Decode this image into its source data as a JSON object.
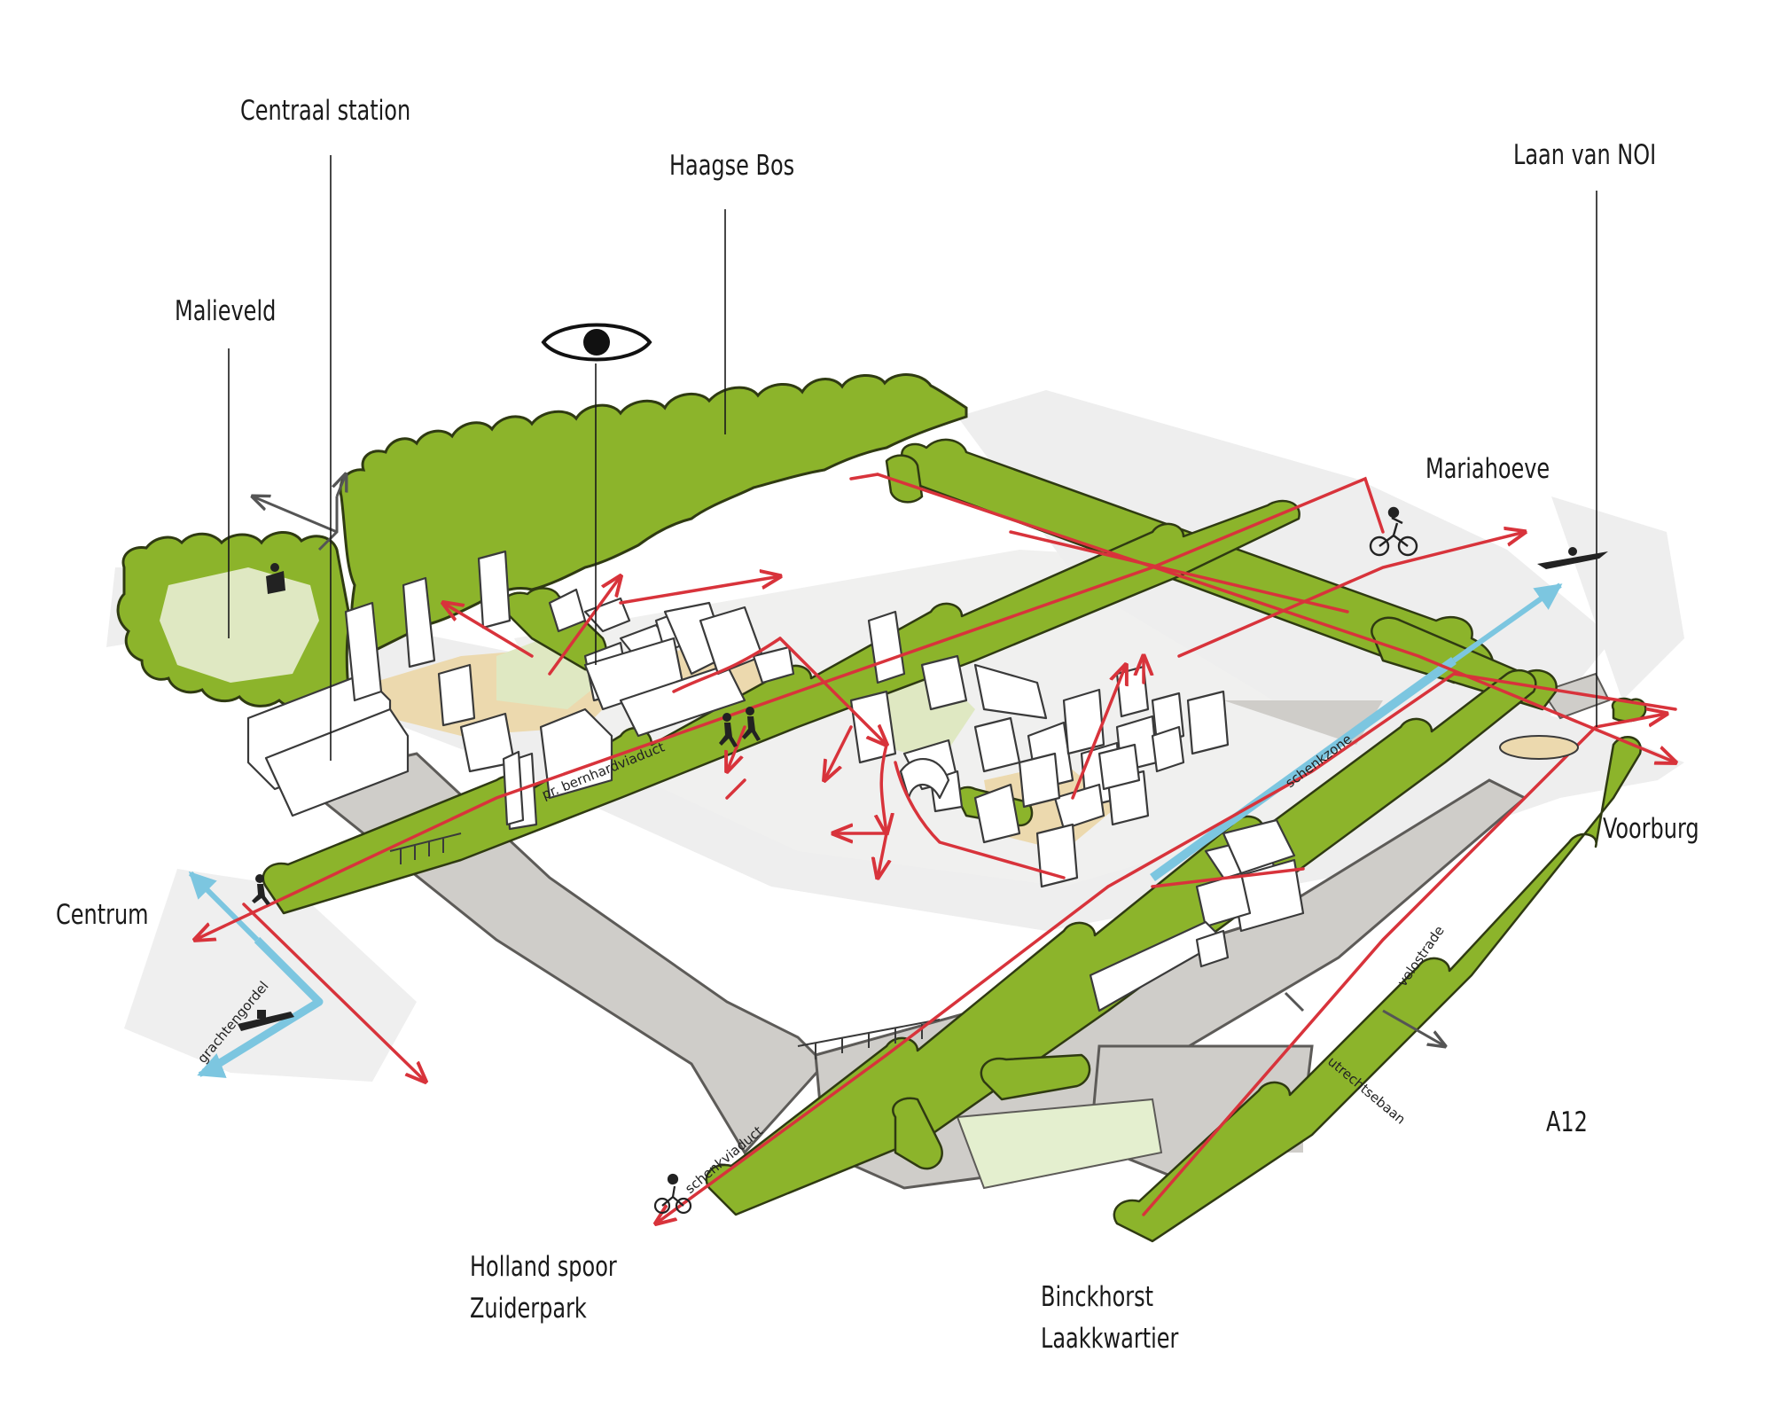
{
  "labels": {
    "centraal_station": "Centraal station",
    "haagse_bos": "Haagse Bos",
    "laan_van_noi": "Laan van NOI",
    "malieveld": "Malieveld",
    "mariahoeve": "Mariahoeve",
    "voorburg": "Voorburg",
    "centrum": "Centrum",
    "holland_spoor": "Holland spoor",
    "zuiderpark": "Zuiderpark",
    "binckhorst": "Binckhorst",
    "laakkwartier": "Laakkwartier",
    "a12": "A12"
  },
  "route_labels": {
    "bernhardviaduct": "pr. bernhardviaduct",
    "schenkzone": "schenkzone",
    "velostrade": "velostrade",
    "utrechtsebaan": "utrechtsebaan",
    "grachtengordel": "grachtengordel",
    "schenkviaduct": "schenkviaduct"
  },
  "colors": {
    "green": "#8cb42b",
    "green_outline": "#2f3a12",
    "light_green": "#dfe8c2",
    "road": "#cfcdc9",
    "road_edge": "#5d5b58",
    "ground": "#eeeeee",
    "sand": "#ecd9ae",
    "red_route": "#d8333b",
    "water": "#7cc6e0"
  },
  "icons": [
    "eye-icon",
    "cyclist-icon",
    "runner-icon",
    "boat-icon",
    "statue-icon"
  ]
}
